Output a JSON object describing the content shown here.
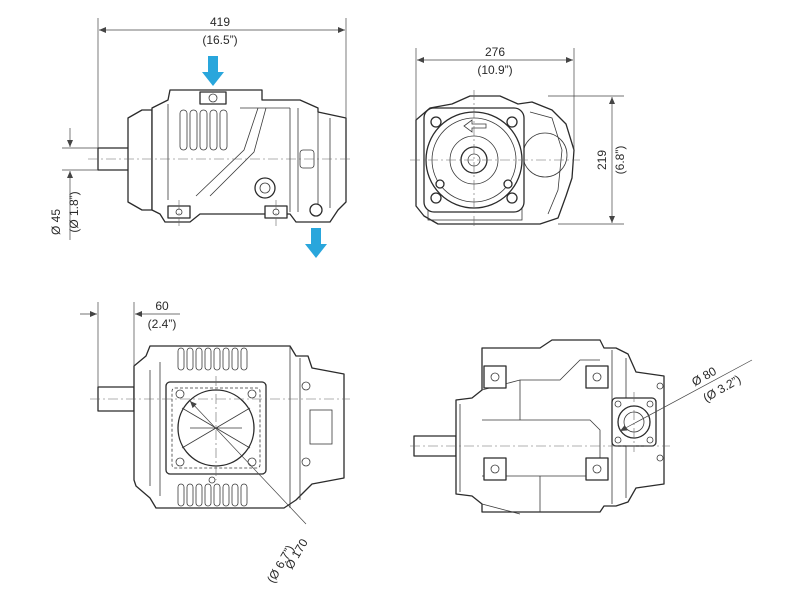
{
  "accent_color": "#29a6dc",
  "dimensions": {
    "top_length": {
      "mm": "419",
      "inch": "(16.5”)"
    },
    "top_width": {
      "mm": "276",
      "inch": "(10.9”)"
    },
    "end_height": {
      "mm": "219",
      "inch": "(6.8”)"
    },
    "shaft_diameter": {
      "mm": "Ø 45",
      "inch": "(Ø 1.8”)"
    },
    "shaft_length": {
      "mm": "60",
      "inch": "(2.4”)"
    },
    "port_large": {
      "mm": "Ø 170",
      "inch": "(Ø 6.7”)"
    },
    "port_small": {
      "mm": "Ø 80",
      "inch": "(Ø 3.2”)"
    }
  },
  "icons": [
    "flow-in-arrow-icon",
    "flow-out-arrow-icon",
    "rotation-direction-arrow-icon"
  ]
}
